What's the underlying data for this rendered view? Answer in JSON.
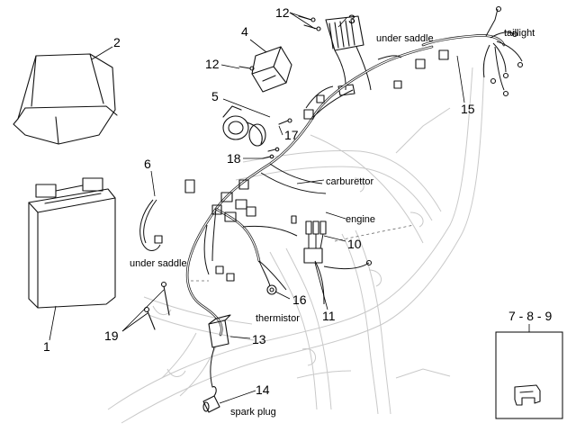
{
  "callouts": {
    "c1": "1",
    "c2": "2",
    "c3": "3",
    "c4": "4",
    "c5": "5",
    "c6": "6",
    "c789": "7 - 8 - 9",
    "c10": "10",
    "c11": "11",
    "c12a": "12",
    "c12b": "12",
    "c13": "13",
    "c14": "14",
    "c15": "15",
    "c16": "16",
    "c17": "17",
    "c18": "18",
    "c19": "19"
  },
  "labels": {
    "under_saddle_top": "under saddle",
    "taillight": "taillight",
    "carburettor": "carburettor",
    "engine": "engine",
    "under_saddle_left": "under saddle",
    "thermistor": "thermistor",
    "spark_plug": "spark plug"
  }
}
